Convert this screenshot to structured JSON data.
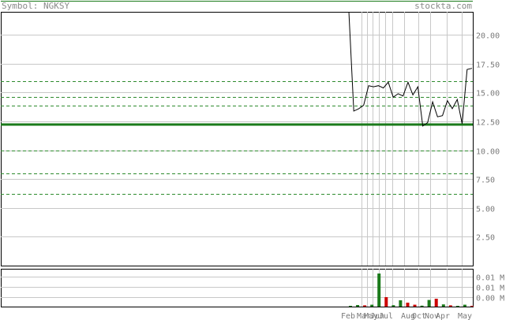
{
  "header": {
    "symbol_label": "Symbol: NGKSY",
    "brand": "stockta.com"
  },
  "colors": {
    "accent": "#1a7a1a",
    "support_line": "#2e8b2e",
    "price_line": "#000000",
    "grid": "#c8c8c8",
    "volume_up": "#1a7a1a",
    "volume_down": "#cc0000"
  },
  "chart_data": [
    {
      "type": "line",
      "panel": "price",
      "yticks": [
        "20.00",
        "17.50",
        "15.00",
        "12.50",
        "10.00",
        "7.50",
        "5.00",
        "2.50"
      ],
      "ylim": [
        0,
        22
      ],
      "x_months": [
        "Feb",
        "Mar",
        "May",
        "Jun",
        "Jul",
        "Aug",
        "Oct",
        "Nov",
        "Apr",
        "May"
      ],
      "series": [
        {
          "values": [
            22.0,
            13.4,
            13.6,
            13.9,
            15.6,
            15.5,
            15.6,
            15.4,
            15.9,
            14.6,
            14.9,
            14.7,
            15.9,
            14.8,
            15.5,
            12.1,
            12.4,
            14.2,
            12.9,
            13.0,
            14.3,
            13.6,
            14.4,
            12.3,
            17.0,
            17.1
          ]
        }
      ],
      "horizontal_levels": {
        "solid": [
          12.2
        ],
        "dashed": [
          16.0,
          14.6,
          13.9,
          10.0,
          8.0,
          6.2
        ]
      }
    },
    {
      "type": "bar",
      "panel": "volume",
      "yticks": [
        "0.01 M",
        "0.01 M",
        "0.00 M"
      ],
      "values": [
        0.0005,
        0.001,
        0.0008,
        0.0012,
        0.021,
        0.006,
        0.0009,
        0.004,
        0.0025,
        0.0012,
        0.0006,
        0.0042,
        0.005,
        0.0014,
        0.0008,
        0.0005,
        0.0012,
        0.0004
      ],
      "directions": [
        "up",
        "up",
        "down",
        "up",
        "up",
        "down",
        "up",
        "up",
        "down",
        "down",
        "up",
        "up",
        "down",
        "up",
        "down",
        "up",
        "up",
        "down"
      ]
    }
  ]
}
